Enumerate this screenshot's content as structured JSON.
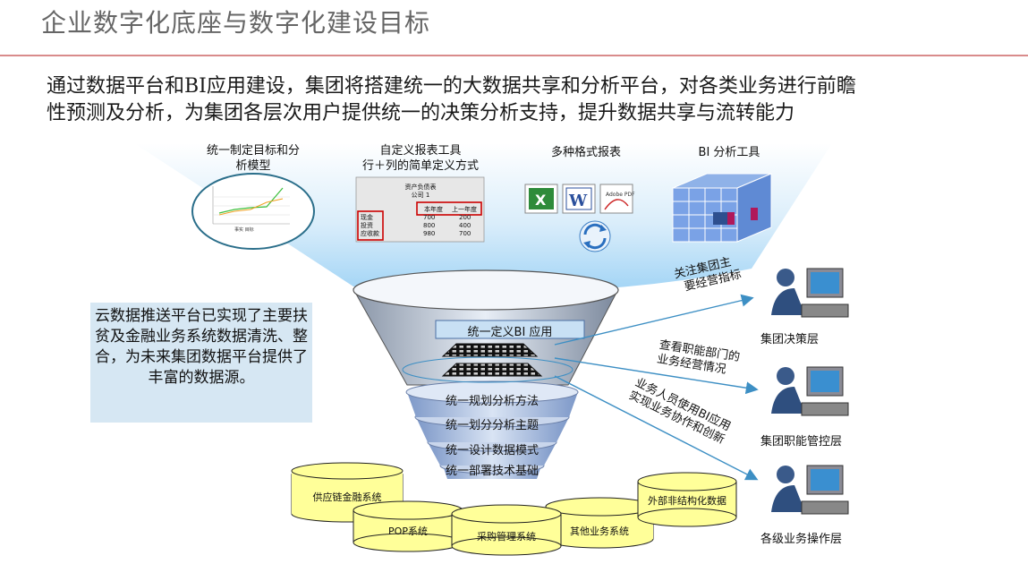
{
  "slide_title": "企业数字化底座与数字化建设目标",
  "intro_lines": [
    "通过数据平台和BI应用建设，集团将搭建统一的大数据共享和分析平台，对各类业务进行前瞻",
    "性预测及分析，为集团各层次用户提供统一的决策分析支持，提升数据共享与流转能力"
  ],
  "tools": {
    "target_model": [
      "统一制定目标和分",
      "析模型"
    ],
    "custom_report": [
      "自定义报表工具",
      "行＋列的简单定义方式"
    ],
    "multi_format": "多种格式报表",
    "bi_tool": "BI 分析工具"
  },
  "mini_table": {
    "title": "资产负债表",
    "subtitle": "公司 1",
    "cols": [
      "本年度",
      "上一年度"
    ],
    "rows": [
      [
        "现金",
        "700",
        "200"
      ],
      [
        "投资",
        "800",
        "400"
      ],
      [
        "应收款",
        "980",
        "700"
      ]
    ]
  },
  "mini_chart_legend": [
    "事实",
    "目标"
  ],
  "note_text": "云数据推送平台已实现了主要扶贫及金融业务系统数据清洗、整合，为未来集团数据平台提供了丰富的数据源。",
  "funnel": {
    "top_label": "统一定义BI 应用",
    "bands": [
      "统一规划分析方法",
      "统一划分分析主题",
      "统一设计数据模式",
      "统一部署技术基础"
    ]
  },
  "arrows": [
    {
      "lines": [
        "关注集团主",
        "要经营指标"
      ]
    },
    {
      "lines": [
        "查看职能部门的",
        "业务经营情况"
      ]
    },
    {
      "lines": [
        "业务人员使用BI应用",
        "实现业务协作和创新"
      ]
    }
  ],
  "users": [
    "集团决策层",
    "集团职能管控层",
    "各级业务操作层"
  ],
  "databases": [
    "供应链金融系统",
    "POP系统",
    "采购管理系统",
    "其他业务系统",
    "外部非结构化数据"
  ],
  "colors": {
    "db_fill": "#ffff99",
    "note_bg": "#d6e7f3",
    "arrow": "#3d8fc4",
    "rule": "#d98b8b"
  }
}
